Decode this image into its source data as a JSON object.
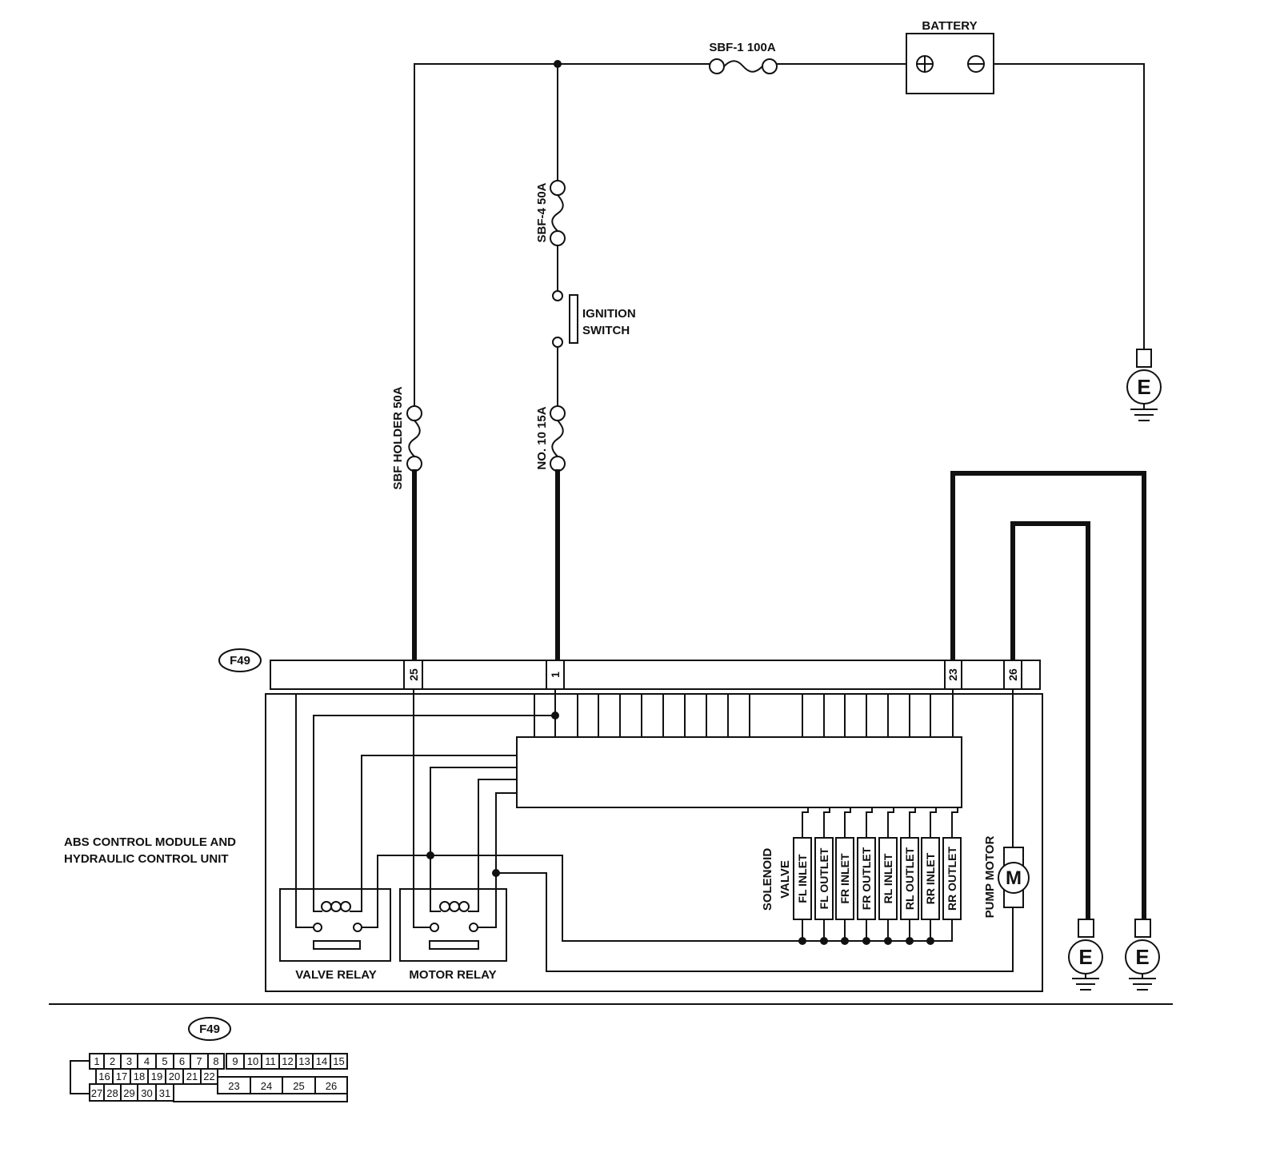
{
  "power_supply": {
    "battery": {
      "label": "BATTERY"
    },
    "main_fuse": {
      "label": "SBF-1 100A"
    },
    "sbf4_fuse": {
      "label": "SBF-4 50A"
    },
    "ignition_switch": {
      "label_line1": "IGNITION",
      "label_line2": "SWITCH"
    },
    "sbf_holder_fuse": {
      "label": "SBF HOLDER 50A"
    },
    "no10_fuse": {
      "label": "NO. 10 15A"
    }
  },
  "connector": {
    "id": "F49",
    "pins_used": [
      "25",
      "1",
      "23",
      "26"
    ]
  },
  "abs_module": {
    "label_line1": "ABS CONTROL MODULE AND",
    "label_line2": "HYDRAULIC CONTROL UNIT",
    "valve_relay": "VALVE RELAY",
    "motor_relay": "MOTOR RELAY",
    "solenoid_valve_label": [
      "SOLENOID",
      "VALVE"
    ],
    "solenoid_valves": [
      "FL INLET",
      "FL OUTLET",
      "FR INLET",
      "FR OUTLET",
      "RL INLET",
      "RL OUTLET",
      "RR INLET",
      "RR OUTLET"
    ],
    "pump_motor": "PUMP MOTOR",
    "motor_symbol": "M"
  },
  "grounds": {
    "symbol": "E"
  },
  "connector_pinout": {
    "id": "F49",
    "pins": [
      "1",
      "2",
      "3",
      "4",
      "5",
      "6",
      "7",
      "8",
      "9",
      "10",
      "11",
      "12",
      "13",
      "14",
      "15",
      "16",
      "17",
      "18",
      "19",
      "20",
      "21",
      "22",
      "23",
      "24",
      "25",
      "26",
      "27",
      "28",
      "29",
      "30",
      "31"
    ]
  }
}
